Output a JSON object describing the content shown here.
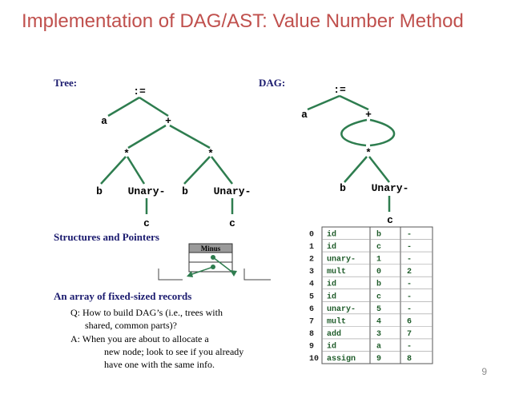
{
  "slide": {
    "title": "Implementation of DAG/AST: Value Number Method",
    "page_number": "9",
    "accent_color": "#c0504d",
    "edge_color": "#2e7d4f"
  },
  "tree": {
    "label": "Tree:",
    "root": ":=",
    "a": "a",
    "plus": "+",
    "star_left": "*",
    "star_right": "*",
    "b_left": "b",
    "unary_left": "Unary-",
    "b_right": "b",
    "unary_right": "Unary-",
    "c_left": "c",
    "c_right": "c"
  },
  "dag": {
    "label": "DAG:",
    "root": ":=",
    "a": "a",
    "plus": "+",
    "star": "*",
    "b": "b",
    "unary": "Unary-",
    "c": "c"
  },
  "structures": {
    "heading": "Structures and Pointers",
    "record_label": "Minus"
  },
  "array": {
    "heading": "An array of fixed-sized records",
    "q_line1": "Q: How to build DAG’s (i.e., trees with",
    "q_line2": "shared, common parts)?",
    "a_line1": "A: When you are about to allocate a",
    "a_line2": "new node; look to see if you already",
    "a_line3": "have one with the same info."
  },
  "table": {
    "rows": [
      {
        "index": "0",
        "op": "id",
        "arg1": "b",
        "arg2": "-"
      },
      {
        "index": "1",
        "op": "id",
        "arg1": "c",
        "arg2": "-"
      },
      {
        "index": "2",
        "op": "unary-",
        "arg1": "1",
        "arg2": "-"
      },
      {
        "index": "3",
        "op": "mult",
        "arg1": "0",
        "arg2": "2"
      },
      {
        "index": "4",
        "op": "id",
        "arg1": "b",
        "arg2": "-"
      },
      {
        "index": "5",
        "op": "id",
        "arg1": "c",
        "arg2": "-"
      },
      {
        "index": "6",
        "op": "unary-",
        "arg1": "5",
        "arg2": "-"
      },
      {
        "index": "7",
        "op": "mult",
        "arg1": "4",
        "arg2": "6"
      },
      {
        "index": "8",
        "op": "add",
        "arg1": "3",
        "arg2": "7"
      },
      {
        "index": "9",
        "op": "id",
        "arg1": "a",
        "arg2": "-"
      },
      {
        "index": "10",
        "op": "assign",
        "arg1": "9",
        "arg2": "8"
      }
    ]
  }
}
